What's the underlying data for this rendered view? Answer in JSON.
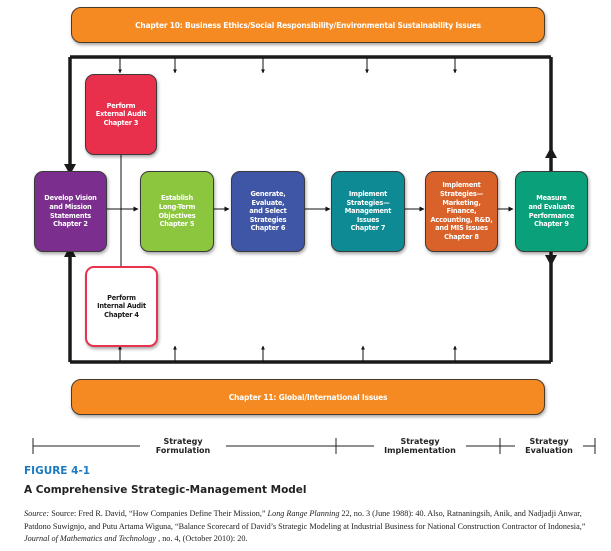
{
  "banners": {
    "top": "Chapter 10: Business Ethics/Social Responsibility/Environmental Sustainability Issues",
    "bottom": "Chapter 11:  Global/International Issues"
  },
  "boxes": {
    "external_audit": {
      "text": "Perform\nExternal Audit\nChapter 3",
      "color": "#e8304d"
    },
    "vision": {
      "text": "Develop Vision\nand Mission\nStatements\nChapter 2",
      "color": "#7b2e8e"
    },
    "objectives": {
      "text": "Establish\nLong-Term\nObjectives\nChapter 5",
      "color": "#8cc63f"
    },
    "strategies": {
      "text": "Generate,\nEvaluate,\nand Select\nStrategies\nChapter 6",
      "color": "#3f55a5"
    },
    "impl_mgmt": {
      "text": "Implement\nStrategies—\nManagement\nIssues\nChapter 7",
      "color": "#0e8a94"
    },
    "impl_mkt": {
      "text": "Implement\nStrategies—\nMarketing,\nFinance,\nAccounting, R&D,\nand MIS Issues\nChapter 8",
      "color": "#d9622b"
    },
    "measure": {
      "text": "Measure\nand Evaluate\nPerformance\nChapter 9",
      "color": "#0aa07a"
    },
    "internal_audit": {
      "text": "Perform\nInternal Audit\nChapter 4",
      "color": "#e8324e"
    }
  },
  "phases": [
    {
      "label": "Strategy\nFormulation"
    },
    {
      "label": "Strategy\nImplementation"
    },
    {
      "label": "Strategy\nEvaluation"
    }
  ],
  "figure": {
    "number": "FIGURE 4-1",
    "title": "A Comprehensive Strategic-Management Model"
  },
  "source": {
    "label": "Source:",
    "p1": " Source: Fred R. David, “How Companies Define Their Mission,” ",
    "j1": "Long Range Planning",
    "p2": " 22, no. 3 (June 1988): 40. Also, Ratnaningsih, Anik, and Nadjadji Anwar, Patdono Suwignjo, and Putu Artama Wiguna, “Balance Scorecard of David’s Strategic Modeling at Industrial Business for National Construction Contractor of Indonesia,” ",
    "j2": "Journal of Mathematics and Technology",
    "p3": " , no. 4, (October 2010): 20."
  }
}
